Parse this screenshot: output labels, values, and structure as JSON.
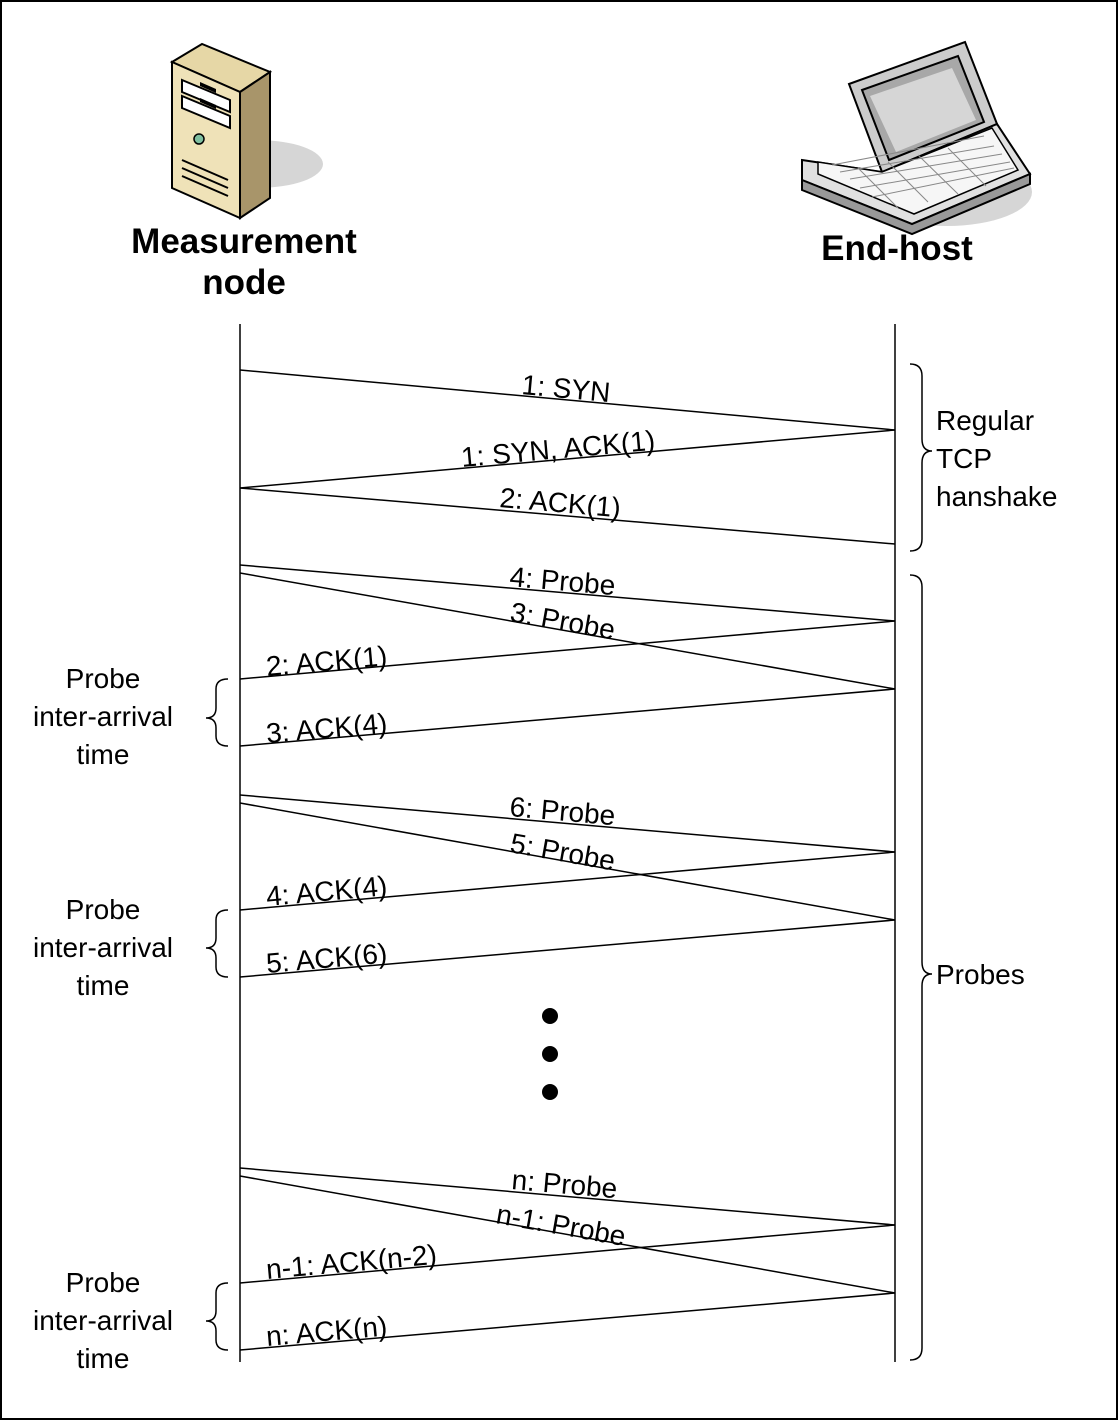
{
  "nodes": {
    "left": {
      "label_line1": "Measurement",
      "label_line2": "node",
      "icon": "server-tower-icon"
    },
    "right": {
      "label": "End-host",
      "icon": "laptop-icon"
    }
  },
  "messages": [
    {
      "id": "m1",
      "label": "1: SYN",
      "direction": "to-end-host"
    },
    {
      "id": "m2",
      "label": "1: SYN, ACK(1)",
      "direction": "to-measurement-node"
    },
    {
      "id": "m3",
      "label": "2: ACK(1)",
      "direction": "to-end-host"
    },
    {
      "id": "m4",
      "label": "4: Probe",
      "direction": "to-end-host"
    },
    {
      "id": "m5",
      "label": "3: Probe",
      "direction": "to-end-host"
    },
    {
      "id": "m6",
      "label": "2: ACK(1)",
      "direction": "to-measurement-node"
    },
    {
      "id": "m7",
      "label": "3: ACK(4)",
      "direction": "to-measurement-node"
    },
    {
      "id": "m8",
      "label": "6: Probe",
      "direction": "to-end-host"
    },
    {
      "id": "m9",
      "label": "5: Probe",
      "direction": "to-end-host"
    },
    {
      "id": "m10",
      "label": "4: ACK(4)",
      "direction": "to-measurement-node"
    },
    {
      "id": "m11",
      "label": "5: ACK(6)",
      "direction": "to-measurement-node"
    },
    {
      "id": "m12",
      "label": "n: Probe",
      "direction": "to-end-host"
    },
    {
      "id": "m13",
      "label": "n-1: Probe",
      "direction": "to-end-host"
    },
    {
      "id": "m14",
      "label": "n-1: ACK(n-2)",
      "direction": "to-measurement-node"
    },
    {
      "id": "m15",
      "label": "n: ACK(n)",
      "direction": "to-measurement-node"
    }
  ],
  "phases": {
    "handshake": {
      "line1": "Regular",
      "line2": "TCP",
      "line3": "hanshake"
    },
    "probes": {
      "label": "Probes"
    }
  },
  "inter_arrival_annotations": [
    {
      "line1": "Probe",
      "line2": "inter-arrival",
      "line3": "time"
    },
    {
      "line1": "Probe",
      "line2": "inter-arrival",
      "line3": "time"
    },
    {
      "line1": "Probe",
      "line2": "inter-arrival",
      "line3": "time"
    }
  ],
  "ellipsis_dot_count": 3
}
